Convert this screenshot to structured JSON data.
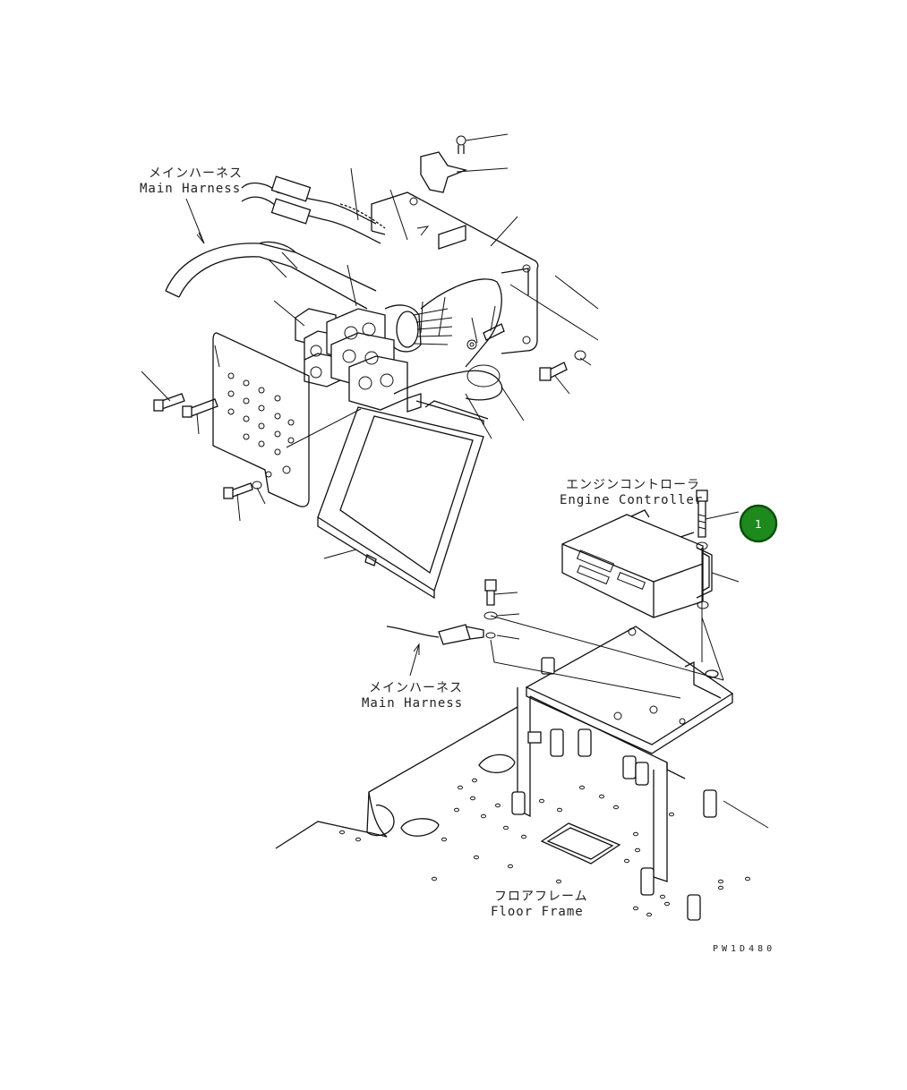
{
  "labels": {
    "main_harness_top_jp": "メインハーネス",
    "main_harness_top_en": "Main Harness",
    "engine_controller_jp": "エンジンコントローラ",
    "engine_controller_en": "Engine Controller",
    "main_harness_mid_jp": "メインハーネス",
    "main_harness_mid_en": "Main Harness",
    "floor_frame_jp": "フロアフレーム",
    "floor_frame_en": "Floor Frame",
    "drawing_code": "PW1D480"
  },
  "callouts": [
    {
      "number": "1",
      "color": "#1e8a1e"
    }
  ]
}
